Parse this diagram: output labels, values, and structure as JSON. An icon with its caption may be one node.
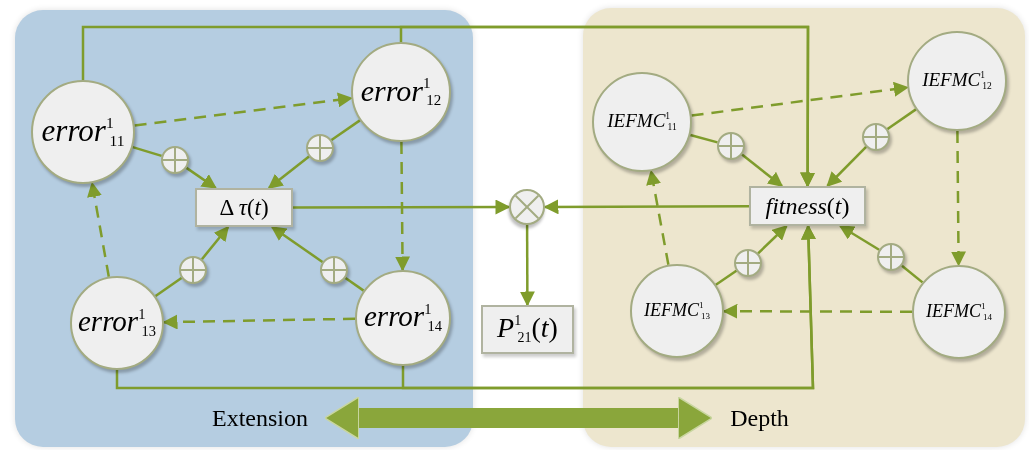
{
  "diagram": {
    "nodes": [
      {
        "text": [],
        "shape": "box"
      },
      {
        "text": [
          "Extension"
        ],
        "in": 0
      },
      {
        "text": [
          "*error*$^{1}$$_{11}$"
        ],
        "in": 0
      },
      {
        "text": [
          "*error*$^{1}$$_{12}$"
        ],
        "in": 0
      },
      {
        "text": [
          "Δ *τ*(*t*)"
        ],
        "in": 0
      },
      {
        "text": [
          "*error*$^{1}$$_{13}$"
        ],
        "in": 0
      },
      {
        "text": [
          "*error*$^{1}$$_{14}$"
        ],
        "in": 0
      },
      {
        "text": [],
        "shape": "circle",
        "in": 0
      },
      {
        "text": [],
        "shape": "circle",
        "in": 0
      },
      {
        "text": [],
        "shape": "circle",
        "in": 0
      },
      {
        "text": [],
        "shape": "circle",
        "in": 0
      },
      {
        "text": [],
        "shape": "circle"
      },
      {
        "text": [
          "*P*$^{1}$$_{21}$(*t*)"
        ]
      },
      {
        "text": [],
        "shape": "box"
      },
      {
        "text": [
          "Depth"
        ],
        "in": 13
      },
      {
        "text": [
          "*IEFMC*$^{1}$$_{11}$"
        ],
        "in": 13
      },
      {
        "text": [
          "*IEFMC*$^{1}$$_{12}$"
        ],
        "in": 13
      },
      {
        "text": [
          "*fitness*(*t*)"
        ],
        "in": 13
      },
      {
        "text": [
          "*IEFMC*$^{1}$$_{13}$"
        ],
        "in": 13
      },
      {
        "text": [
          "*IEFMC*$^{1}$$_{14}$"
        ],
        "in": 13
      },
      {
        "text": [],
        "shape": "circle",
        "in": 13
      },
      {
        "text": [],
        "shape": "circle",
        "in": 13
      },
      {
        "text": [],
        "shape": "circle",
        "in": 13
      },
      {
        "text": [],
        "shape": "circle",
        "in": 13
      }
    ],
    "edges": [
      {
        "from": 1,
        "to": 14,
        "arrow": "both",
        "style": "thick"
      },
      {
        "from": 2,
        "to": 3,
        "arrow": "to",
        "style": "dashed"
      },
      {
        "from": 3,
        "to": 6,
        "arrow": "to",
        "style": "dashed"
      },
      {
        "from": 6,
        "to": 5,
        "arrow": "to",
        "style": "dashed"
      },
      {
        "from": 5,
        "to": 2,
        "arrow": "to",
        "style": "dashed"
      },
      {
        "from": 2,
        "to": 7,
        "arrow": "none"
      },
      {
        "from": 7,
        "to": 4,
        "arrow": "to"
      },
      {
        "from": 3,
        "to": 8,
        "arrow": "none"
      },
      {
        "from": 8,
        "to": 4,
        "arrow": "to"
      },
      {
        "from": 5,
        "to": 9,
        "arrow": "none"
      },
      {
        "from": 9,
        "to": 4,
        "arrow": "to"
      },
      {
        "from": 6,
        "to": 10,
        "arrow": "none"
      },
      {
        "from": 10,
        "to": 4,
        "arrow": "to"
      },
      {
        "from": 4,
        "to": 11,
        "arrow": "to"
      },
      {
        "from": 17,
        "to": 11,
        "arrow": "to"
      },
      {
        "from": 11,
        "to": 12,
        "arrow": "to"
      },
      {
        "from": 2,
        "to": 17,
        "arrow": "to"
      },
      {
        "from": 3,
        "to": 17,
        "arrow": "to"
      },
      {
        "from": 5,
        "to": 17,
        "arrow": "to"
      },
      {
        "from": 6,
        "to": 17,
        "arrow": "to"
      },
      {
        "from": 15,
        "to": 16,
        "arrow": "to",
        "style": "dashed"
      },
      {
        "from": 16,
        "to": 19,
        "arrow": "to",
        "style": "dashed"
      },
      {
        "from": 19,
        "to": 18,
        "arrow": "to",
        "style": "dashed"
      },
      {
        "from": 18,
        "to": 15,
        "arrow": "to",
        "style": "dashed"
      },
      {
        "from": 15,
        "to": 20,
        "arrow": "none"
      },
      {
        "from": 20,
        "to": 17,
        "arrow": "to"
      },
      {
        "from": 16,
        "to": 21,
        "arrow": "none"
      },
      {
        "from": 21,
        "to": 17,
        "arrow": "to"
      },
      {
        "from": 18,
        "to": 22,
        "arrow": "none"
      },
      {
        "from": 22,
        "to": 17,
        "arrow": "to"
      },
      {
        "from": 19,
        "to": 23,
        "arrow": "none"
      },
      {
        "from": 23,
        "to": 17,
        "arrow": "to"
      }
    ]
  }
}
